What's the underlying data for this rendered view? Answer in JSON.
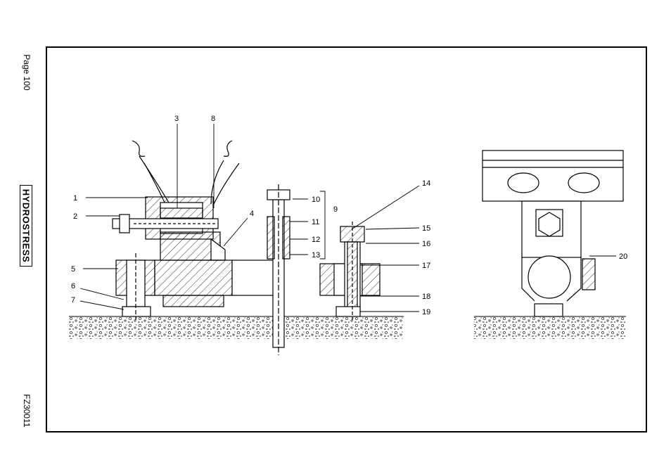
{
  "page": {
    "number_label": "Page 100",
    "figure_code": "FZ30011",
    "brand": "HYDROSTRESS"
  },
  "callouts": {
    "c1": "1",
    "c2": "2",
    "c3": "3",
    "c4": "4",
    "c5": "5",
    "c6": "6",
    "c7": "7",
    "c8": "8",
    "c9": "9",
    "c10": "10",
    "c11": "11",
    "c12": "12",
    "c13": "13",
    "c14": "14",
    "c15": "15",
    "c16": "16",
    "c17": "17",
    "c18": "18",
    "c19": "19",
    "c20": "20"
  }
}
